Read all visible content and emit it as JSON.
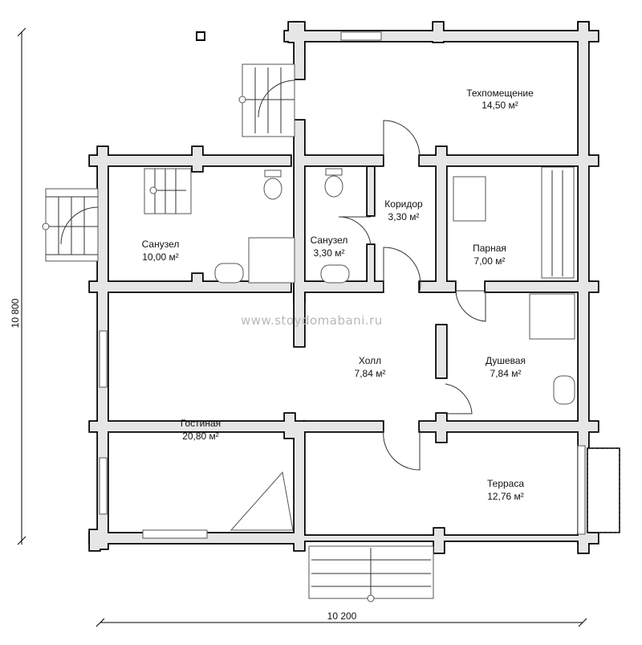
{
  "watermark": "www.stoydomabani.ru",
  "dimensions": {
    "height": "10 800",
    "width": "10 200"
  },
  "rooms": [
    {
      "name": "Техпомещение",
      "area": "14,50 м²"
    },
    {
      "name": "Санузел",
      "area": "10,00 м²"
    },
    {
      "name": "Санузел",
      "area": "3,30 м²"
    },
    {
      "name": "Коридор",
      "area": "3,30 м²"
    },
    {
      "name": "Парная",
      "area": "7,00 м²"
    },
    {
      "name": "Холл",
      "area": "7,84 м²"
    },
    {
      "name": "Душевая",
      "area": "7,84 м²"
    },
    {
      "name": "Гостиная",
      "area": "20,80 м²"
    },
    {
      "name": "Терраса",
      "area": "12,76 м²"
    }
  ],
  "colors": {
    "wall_fill": "#e6e6e6",
    "wall_stroke": "#000000",
    "watermark": "#b8b8b8"
  }
}
